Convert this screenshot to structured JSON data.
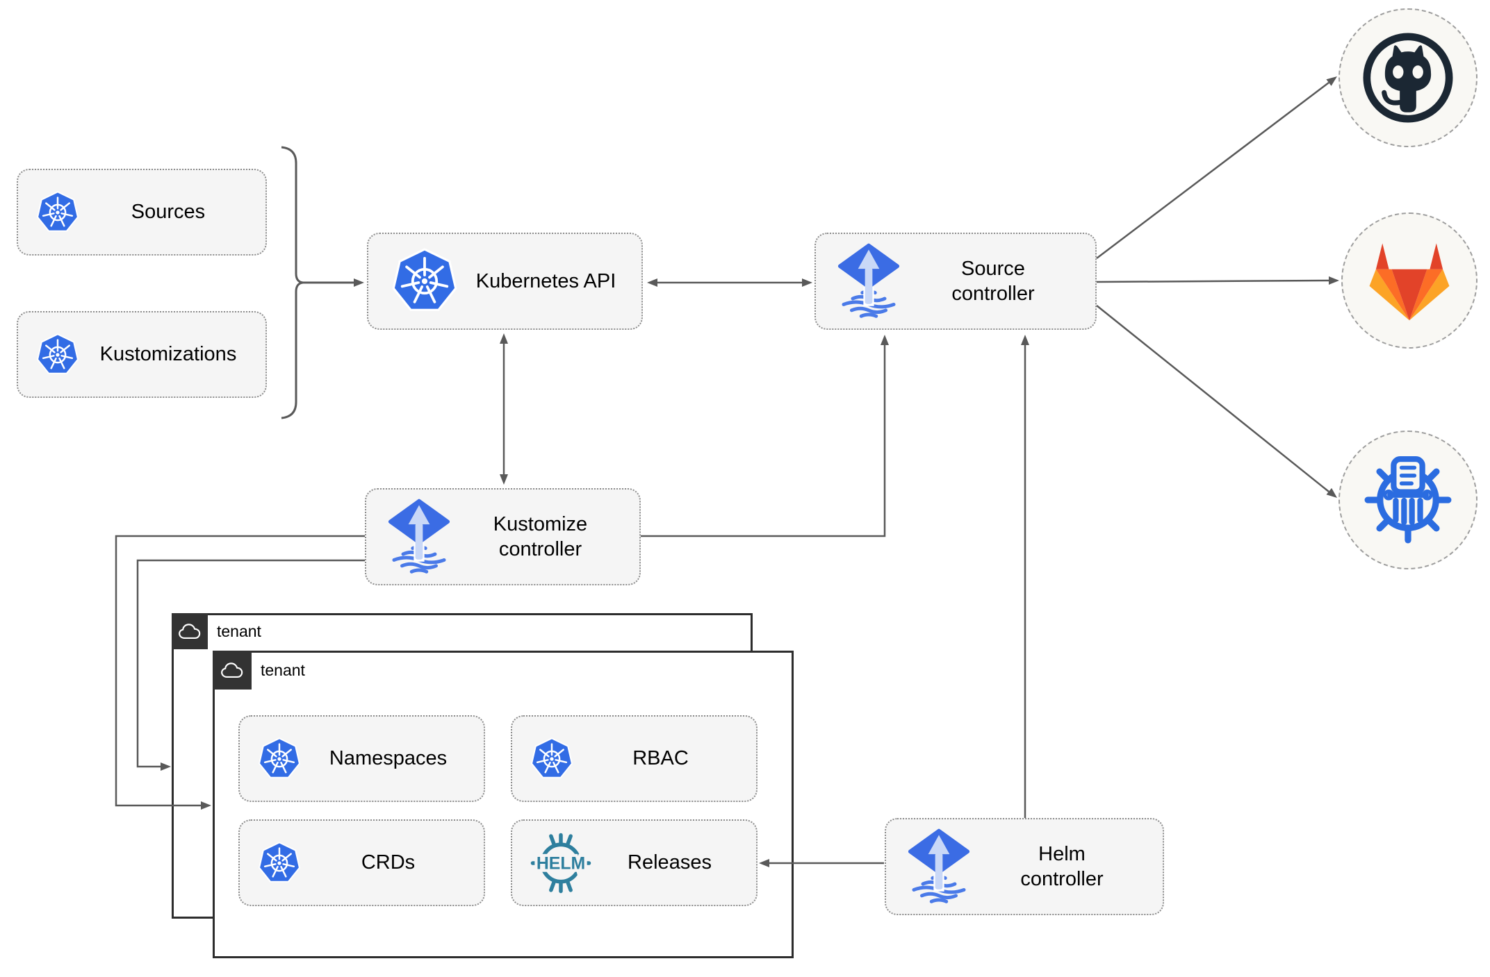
{
  "nodes": {
    "sources": {
      "label": "Sources",
      "icon": "kubernetes"
    },
    "kustomizations": {
      "label": "Kustomizations",
      "icon": "kubernetes"
    },
    "kubernetes_api": {
      "label": "Kubernetes API",
      "icon": "kubernetes"
    },
    "source_controller": {
      "label": "Source controller",
      "icon": "flux"
    },
    "kustomize_controller": {
      "label": "Kustomize controller",
      "icon": "flux"
    },
    "helm_controller": {
      "label": "Helm controller",
      "icon": "flux"
    },
    "namespaces": {
      "label": "Namespaces",
      "icon": "kubernetes"
    },
    "rbac": {
      "label": "RBAC",
      "icon": "kubernetes"
    },
    "crds": {
      "label": "CRDs",
      "icon": "kubernetes"
    },
    "releases": {
      "label": "Releases",
      "icon": "helm"
    }
  },
  "containers": {
    "outer_tenant": {
      "label": "tenant",
      "badge_icon": "cloud"
    },
    "inner_tenant": {
      "label": "tenant",
      "badge_icon": "cloud"
    }
  },
  "endpoints": {
    "github": {
      "icon": "github-octocat"
    },
    "gitlab": {
      "icon": "gitlab-tanuki"
    },
    "chartmuseum": {
      "icon": "chartmuseum-wheel"
    }
  },
  "icons": {
    "helm_logo_text": "HELM"
  },
  "edges": [
    {
      "from": "sources+kustomizations",
      "to": "kubernetes_api",
      "style": "arrow"
    },
    {
      "from": "kubernetes_api",
      "to": "source_controller",
      "style": "double-arrow"
    },
    {
      "from": "kubernetes_api",
      "to": "kustomize_controller",
      "style": "double-arrow"
    },
    {
      "from": "kustomize_controller",
      "to": "source_controller",
      "style": "arrow"
    },
    {
      "from": "kustomize_controller",
      "to": "inner_tenant",
      "style": "arrow"
    },
    {
      "from": "kustomize_controller",
      "to": "outer_tenant",
      "style": "arrow"
    },
    {
      "from": "helm_controller",
      "to": "source_controller",
      "style": "arrow"
    },
    {
      "from": "helm_controller",
      "to": "releases",
      "style": "arrow"
    },
    {
      "from": "source_controller",
      "to": "github",
      "style": "arrow"
    },
    {
      "from": "source_controller",
      "to": "gitlab",
      "style": "arrow"
    },
    {
      "from": "source_controller",
      "to": "chartmuseum",
      "style": "arrow"
    }
  ],
  "colors": {
    "kubernetes_blue": "#326ce5",
    "flux_blue": "#3b6ce4",
    "helm_teal": "#2e7f9e",
    "chartmuseum_blue": "#2b6ce0",
    "github_dark": "#1b2733",
    "gitlab_red": "#e24329",
    "gitlab_orange": "#fc6d26",
    "gitlab_amber": "#fca326",
    "connector_gray": "#595959",
    "node_fill": "#f5f5f5",
    "tenant_border": "#2d2d2d"
  }
}
